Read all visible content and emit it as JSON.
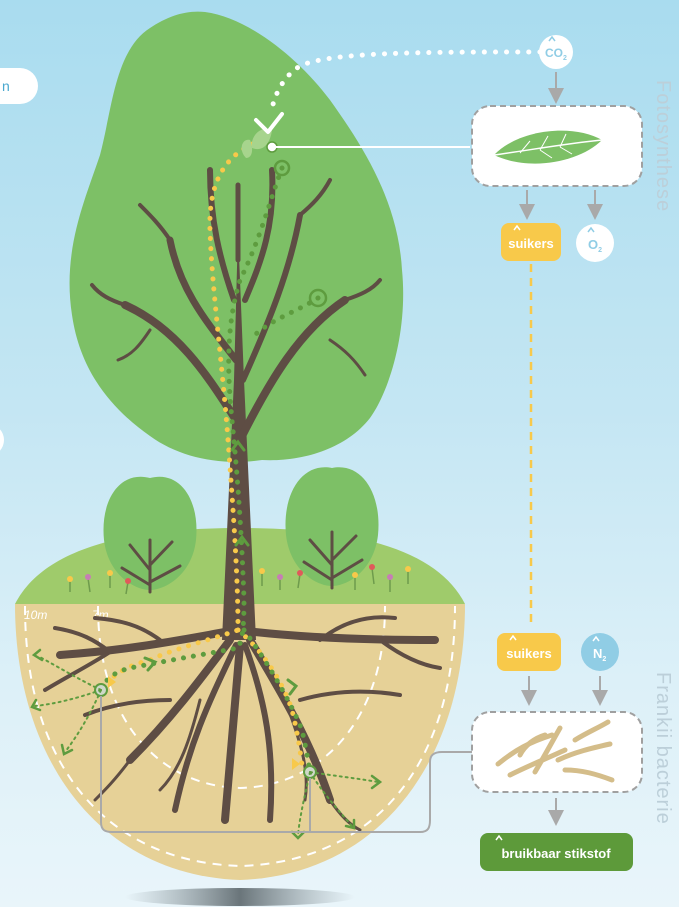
{
  "labels": {
    "fotosynthese": "Fotosynthese",
    "frankii": "Frankii bacterie",
    "co2_main": "CO",
    "co2_sub": "2",
    "o2_main": "O",
    "o2_sub": "2",
    "n2_main": "N",
    "n2_sub": "2",
    "suikers_top": "suikers",
    "suikers_bottom": "suikers",
    "bruikbaar": "bruikbaar stikstof",
    "left_edge": "n",
    "ring_10m": "10m",
    "ring_7m": "7m"
  },
  "colors": {
    "sky": "#b9e1f1",
    "foliage": "#7dc066",
    "trunk": "#5e4d44",
    "grass": "#9fcb6b",
    "soil": "#e6d197",
    "sugar": "#f8c94a",
    "nitrogen_bubble": "#90cde5",
    "stikstof_button": "#5d9a3a",
    "nitrogen_path": "#5e9c3f",
    "arrow_grey": "#a9a9a9"
  }
}
